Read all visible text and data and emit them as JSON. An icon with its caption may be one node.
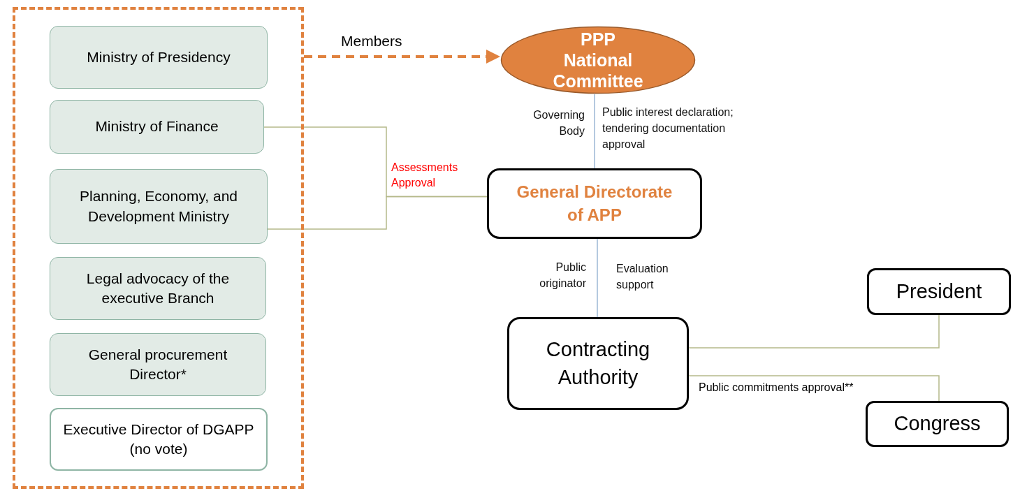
{
  "diagram": {
    "nodes": [
      {
        "text": [],
        "shape": "box"
      },
      {
        "text": [
          "Ministry of Presidency"
        ],
        "in": 0
      },
      {
        "text": [
          "Ministry of Finance"
        ],
        "in": 0
      },
      {
        "text": [
          "Planning, Economy, and Development Ministry"
        ],
        "in": 0
      },
      {
        "text": [
          "Legal advocacy of the executive Branch"
        ],
        "in": 0
      },
      {
        "text": [
          "General procurement Director*"
        ],
        "in": 0
      },
      {
        "text": [
          "Executive Director of DGAPP (no vote)"
        ],
        "in": 0
      },
      {
        "text": [
          "PPP National Committee"
        ]
      },
      {
        "text": [
          "General Directorate of APP"
        ]
      },
      {
        "text": [
          "Contracting Authority"
        ]
      },
      {
        "text": [
          "President"
        ]
      },
      {
        "text": [
          "Congress"
        ]
      }
    ],
    "edges": [
      {
        "from": 0,
        "to": 7,
        "arrow": "to",
        "label": "Members",
        "style": "dashed",
        "color": "#e0823f"
      },
      {
        "from": 2,
        "to": 8,
        "arrow": "none",
        "label": "Assessments Approval"
      },
      {
        "from": 3,
        "to": 8,
        "arrow": "none"
      },
      {
        "from": 7,
        "to": 8,
        "arrow": "none",
        "color": "#9bb7d4"
      },
      {
        "from": 8,
        "to": 9,
        "arrow": "none",
        "color": "#9bb7d4"
      },
      {
        "from": 9,
        "to": 10,
        "arrow": "none"
      },
      {
        "from": 9,
        "to": 11,
        "arrow": "none",
        "label": "Public commitments approval**"
      }
    ],
    "labels": [
      "Governing Body",
      "Public interest declaration; tendering documentation approval",
      "Public originator",
      "Evaluation support"
    ]
  }
}
